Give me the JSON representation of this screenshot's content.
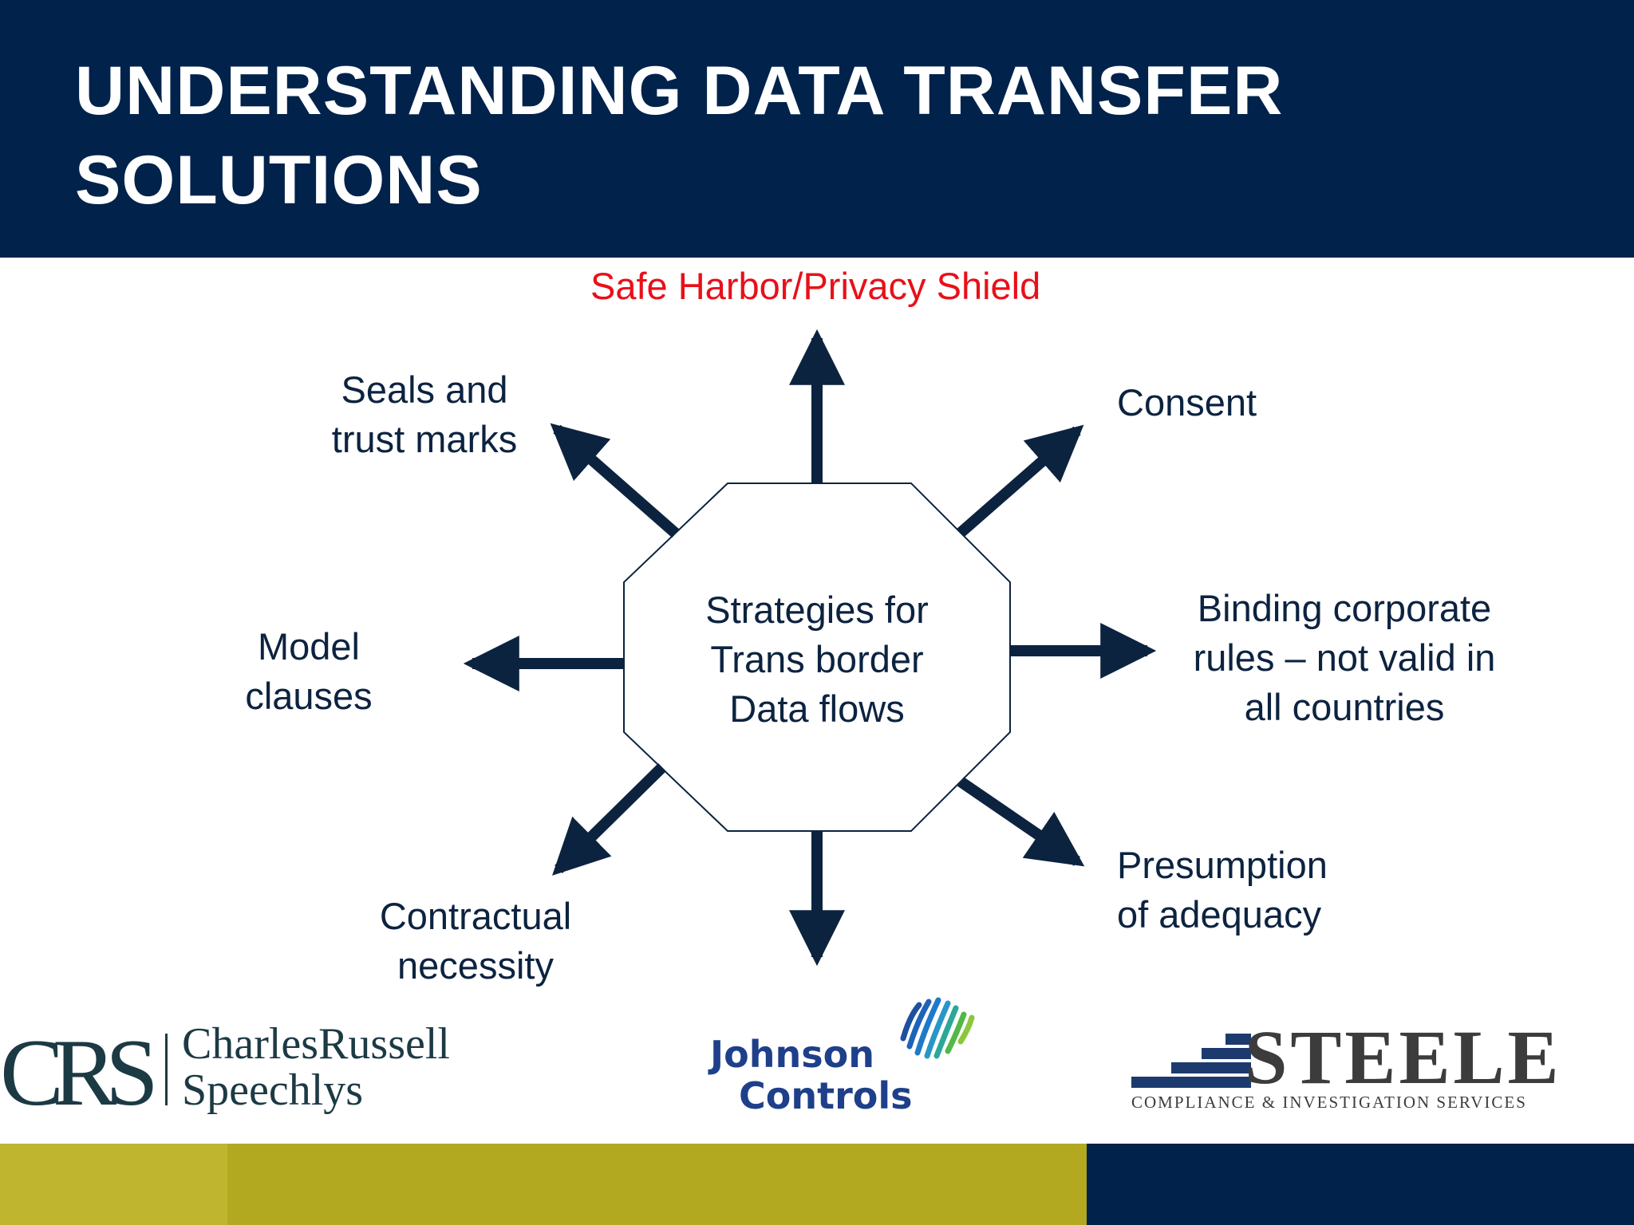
{
  "slide": {
    "title_line1": "UNDERSTANDING DATA TRANSFER",
    "title_line2": "SOLUTIONS"
  },
  "diagram": {
    "center": {
      "line1": "Strategies for",
      "line2": "Trans border",
      "line3": "Data flows"
    },
    "nodes": {
      "top": {
        "line1": "Safe Harbor/Privacy Shield",
        "color": "#e8101a"
      },
      "top_left": {
        "line1": "Seals and",
        "line2": "trust marks"
      },
      "top_right": {
        "line1": "Consent"
      },
      "left": {
        "line1": "Model",
        "line2": "clauses"
      },
      "right": {
        "line1": "Binding corporate",
        "line2": "rules – not valid in",
        "line3": "all countries"
      },
      "bottom_left": {
        "line1": "Contractual",
        "line2": "necessity"
      },
      "bottom_right": {
        "line1": "Presumption",
        "line2": "of adequacy"
      }
    },
    "colors": {
      "arrow": "#0c2340",
      "text": "#0c2340",
      "octagon_stroke": "#0c2340"
    }
  },
  "logos": {
    "crs": {
      "mark": "CRS",
      "name_line1": "CharlesRussell",
      "name_line2": "Speechlys"
    },
    "johnson_controls": {
      "name_line1": "Johnson",
      "name_line2": "Controls"
    },
    "steele": {
      "name": "STEELE",
      "tagline": "COMPLIANCE & INVESTIGATION SERVICES"
    }
  },
  "colors": {
    "header": "#00224b",
    "footer_olive": "#b2a920",
    "footer_navy": "#00224b"
  }
}
